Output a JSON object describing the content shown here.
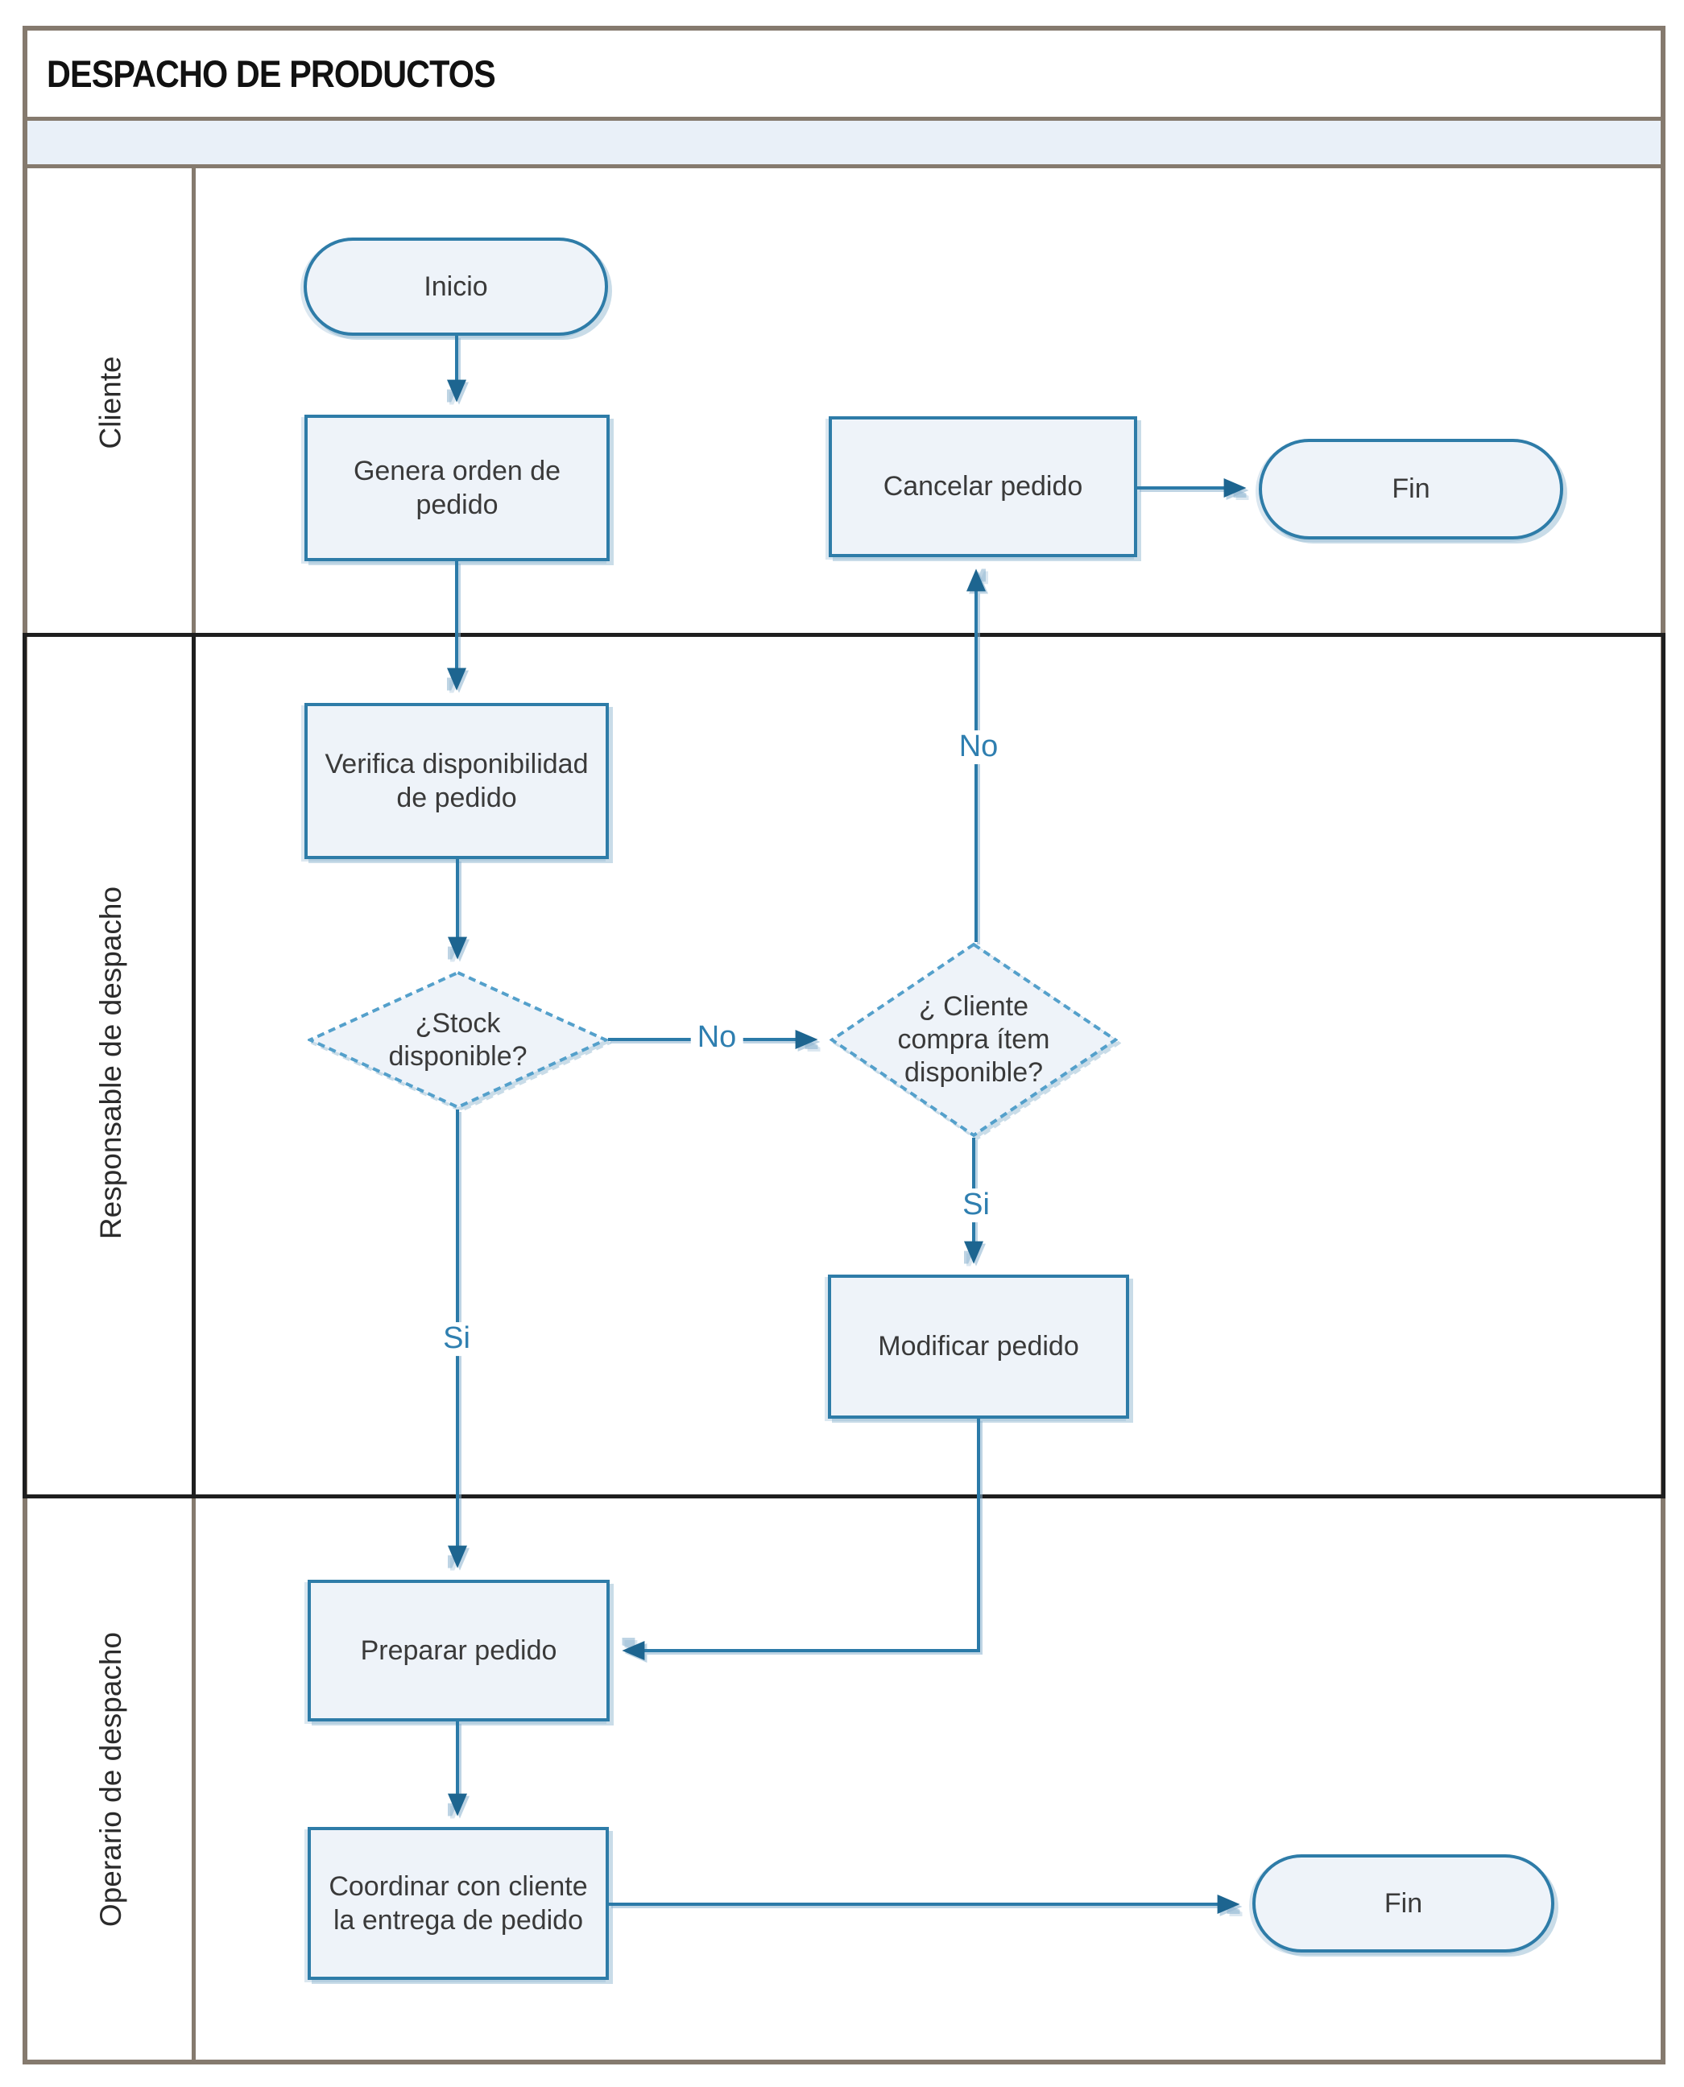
{
  "title": "DESPACHO DE PRODUCTOS",
  "colors": {
    "frame_border": "#857a6e",
    "lane2_border": "#1e1e1e",
    "node_fill": "#eef3f9",
    "node_border": "#2e7ca8",
    "diamond_border": "#54a0cb",
    "edge_line": "#2b7aa8",
    "arrowhead": "#1d6590",
    "edge_label_text": "#2f7fb0",
    "strip_fill": "#e9f0f8",
    "title_text": "#111111",
    "node_text": "#3a3a3a"
  },
  "lanes": [
    {
      "label": "Cliente"
    },
    {
      "label": "Responsable de despacho"
    },
    {
      "label": "Operario de despacho"
    }
  ],
  "nodes": {
    "inicio": {
      "type": "terminator",
      "label": "Inicio"
    },
    "genera": {
      "type": "process",
      "label": "Genera orden de pedido"
    },
    "cancelar": {
      "type": "process",
      "label": "Cancelar pedido"
    },
    "fin_top": {
      "type": "terminator",
      "label": "Fin"
    },
    "verifica": {
      "type": "process",
      "label": "Verifica disponibilidad de pedido"
    },
    "stock": {
      "type": "decision",
      "label": "¿Stock disponible?"
    },
    "cliente_compra": {
      "type": "decision",
      "label": "¿ Cliente compra ítem disponible?"
    },
    "modificar": {
      "type": "process",
      "label": "Modificar pedido"
    },
    "preparar": {
      "type": "process",
      "label": "Preparar pedido"
    },
    "coordinar": {
      "type": "process",
      "label": "Coordinar con cliente la entrega de pedido"
    },
    "fin_bottom": {
      "type": "terminator",
      "label": "Fin"
    }
  },
  "edge_labels": {
    "stock_no": "No",
    "stock_si": "Si",
    "cliente_no": "No",
    "cliente_si": "Si"
  }
}
